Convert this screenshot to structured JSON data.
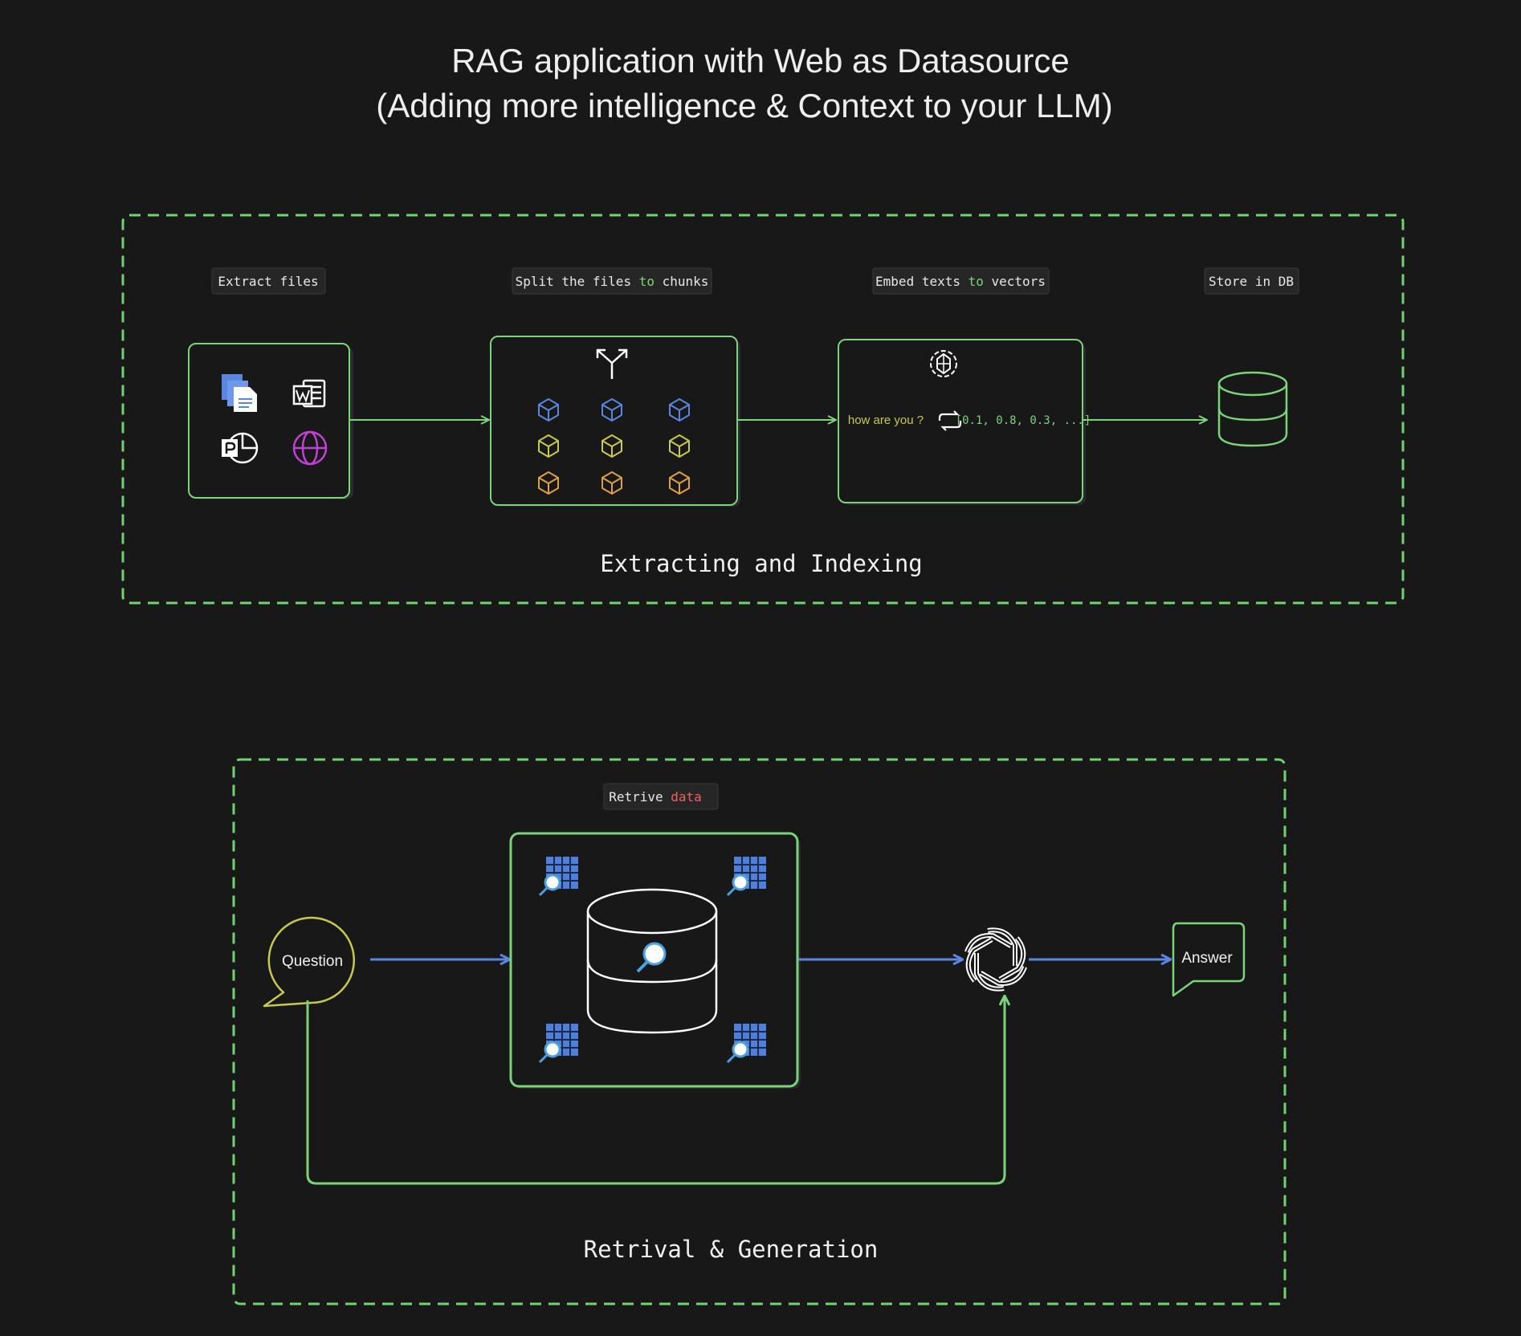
{
  "title": {
    "line1": "RAG application with Web as Datasource",
    "line2": "(Adding more intelligence & Context to your LLM)"
  },
  "indexing": {
    "section_label": "Extracting and Indexing",
    "chip_extract": "Extract files",
    "chip_split_a": "Split the files ",
    "chip_split_to": "to",
    "chip_split_b": " chunks",
    "chip_embed_a": "Embed texts ",
    "chip_embed_to": "to",
    "chip_embed_b": " vectors",
    "chip_store": "Store in DB",
    "embed_input": "how are you ?",
    "embed_output": "[0.1, 0.8, 0.3, ...]"
  },
  "retrieval": {
    "section_label": "Retrival & Generation",
    "chip_retrive_a": "Retrive ",
    "chip_retrive_b": "data",
    "question": "Question",
    "answer": "Answer"
  },
  "colors": {
    "green": "#7bd47b",
    "blue_arrow": "#5b86e0",
    "cube_blue": "#5b86e0",
    "cube_yellow": "#c9c94a",
    "cube_orange": "#e0a040",
    "purple_globe": "#c040d8",
    "question_outline": "#c9c94a"
  }
}
